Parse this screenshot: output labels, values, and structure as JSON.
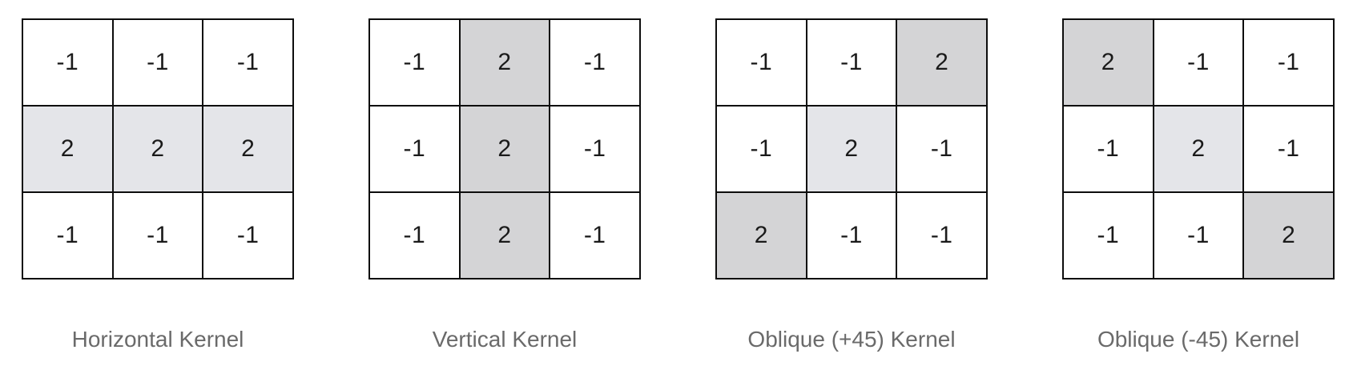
{
  "colors": {
    "background": "#ffffff",
    "grid_border": "#0d0d0d",
    "cell_text": "#1a1a1a",
    "label_text": "#6a6a6a",
    "cell_highlight_light": "#e4e5e9",
    "cell_highlight_dark": "#d4d4d6"
  },
  "kernels": [
    {
      "label": "Horizontal Kernel",
      "cells": [
        {
          "value": "-1",
          "shade": "plain"
        },
        {
          "value": "-1",
          "shade": "plain"
        },
        {
          "value": "-1",
          "shade": "plain"
        },
        {
          "value": "2",
          "shade": "light"
        },
        {
          "value": "2",
          "shade": "light"
        },
        {
          "value": "2",
          "shade": "light"
        },
        {
          "value": "-1",
          "shade": "plain"
        },
        {
          "value": "-1",
          "shade": "plain"
        },
        {
          "value": "-1",
          "shade": "plain"
        }
      ]
    },
    {
      "label": "Vertical Kernel",
      "cells": [
        {
          "value": "-1",
          "shade": "plain"
        },
        {
          "value": "2",
          "shade": "dark"
        },
        {
          "value": "-1",
          "shade": "plain"
        },
        {
          "value": "-1",
          "shade": "plain"
        },
        {
          "value": "2",
          "shade": "dark"
        },
        {
          "value": "-1",
          "shade": "plain"
        },
        {
          "value": "-1",
          "shade": "plain"
        },
        {
          "value": "2",
          "shade": "dark"
        },
        {
          "value": "-1",
          "shade": "plain"
        }
      ]
    },
    {
      "label": "Oblique (+45) Kernel",
      "cells": [
        {
          "value": "-1",
          "shade": "plain"
        },
        {
          "value": "-1",
          "shade": "plain"
        },
        {
          "value": "2",
          "shade": "dark"
        },
        {
          "value": "-1",
          "shade": "plain"
        },
        {
          "value": "2",
          "shade": "light"
        },
        {
          "value": "-1",
          "shade": "plain"
        },
        {
          "value": "2",
          "shade": "dark"
        },
        {
          "value": "-1",
          "shade": "plain"
        },
        {
          "value": "-1",
          "shade": "plain"
        }
      ]
    },
    {
      "label": "Oblique (-45) Kernel",
      "cells": [
        {
          "value": "2",
          "shade": "dark"
        },
        {
          "value": "-1",
          "shade": "plain"
        },
        {
          "value": "-1",
          "shade": "plain"
        },
        {
          "value": "-1",
          "shade": "plain"
        },
        {
          "value": "2",
          "shade": "light"
        },
        {
          "value": "-1",
          "shade": "plain"
        },
        {
          "value": "-1",
          "shade": "plain"
        },
        {
          "value": "-1",
          "shade": "plain"
        },
        {
          "value": "2",
          "shade": "dark"
        }
      ]
    }
  ]
}
